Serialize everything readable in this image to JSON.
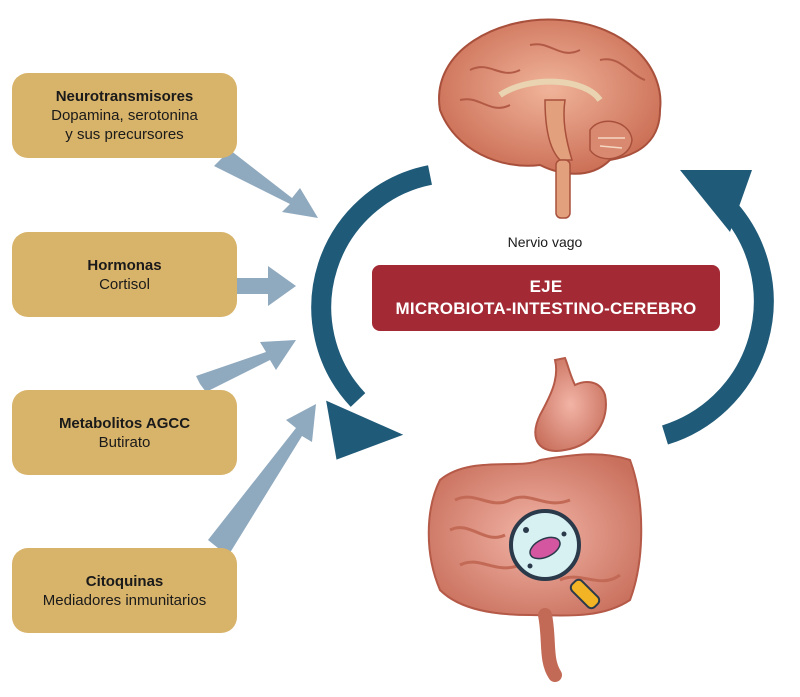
{
  "factors": [
    {
      "title": "Neurotransmisores",
      "detail": "Dopamina, serotonina\ny sus precursores"
    },
    {
      "title": "Hormonas",
      "detail": "Cortisol"
    },
    {
      "title": "Metabolitos AGCC",
      "detail": "Butirato"
    },
    {
      "title": "Citoquinas",
      "detail": "Mediadores inmunitarios"
    }
  ],
  "nerve_label": "Nervio vago",
  "banner": {
    "line1": "EJE",
    "line2": "MICROBIOTA-INTESTINO-CEREBRO"
  },
  "colors": {
    "factor_box": "#d8b36a",
    "banner": "#a32a34",
    "cycle_arrow": "#1f5a78",
    "input_arrow": "#8fa9be"
  },
  "icons": [
    "brain-illustration",
    "stomach-intestine-illustration",
    "magnifier-microbe-icon"
  ]
}
